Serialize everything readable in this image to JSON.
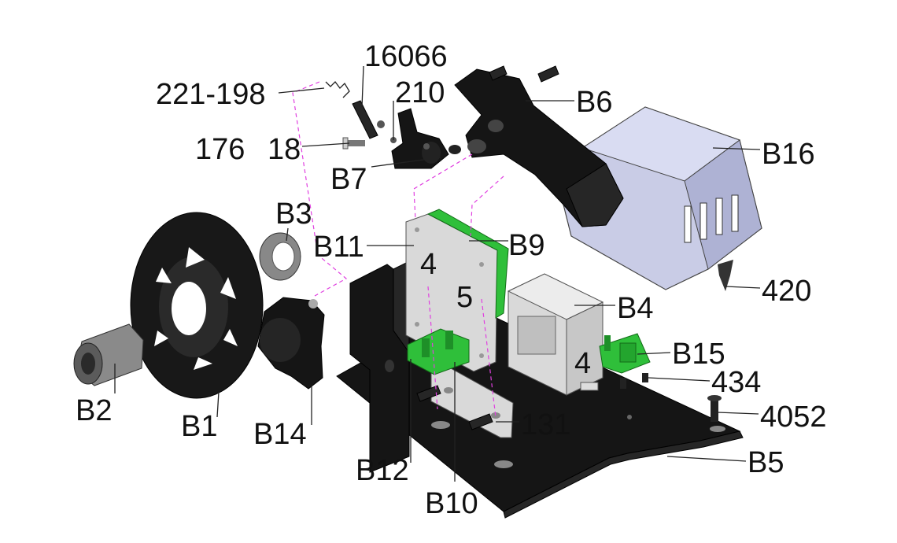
{
  "labels": {
    "p16066": "16066",
    "p221_198": "221-198",
    "p210": "210",
    "b6": "B6",
    "p176": "176",
    "p18": "18",
    "b16": "B16",
    "b7": "B7",
    "b3": "B3",
    "b11": "B11",
    "b9": "B9",
    "n4a": "4",
    "n5": "5",
    "b4": "B4",
    "b15": "B15",
    "n4b": "4",
    "p420": "420",
    "p434": "434",
    "p4052": "4052",
    "b2": "B2",
    "b1": "B1",
    "b14": "B14",
    "p131": "131",
    "b12": "B12",
    "b5": "B5",
    "b10": "B10"
  },
  "colors": {
    "part_black": "#151515",
    "aluminium": "#d9d9d9",
    "pcb_green": "#2fbf3a",
    "cover_lavender": "#c9cce6",
    "centerline_magenta": "#e040e0"
  }
}
